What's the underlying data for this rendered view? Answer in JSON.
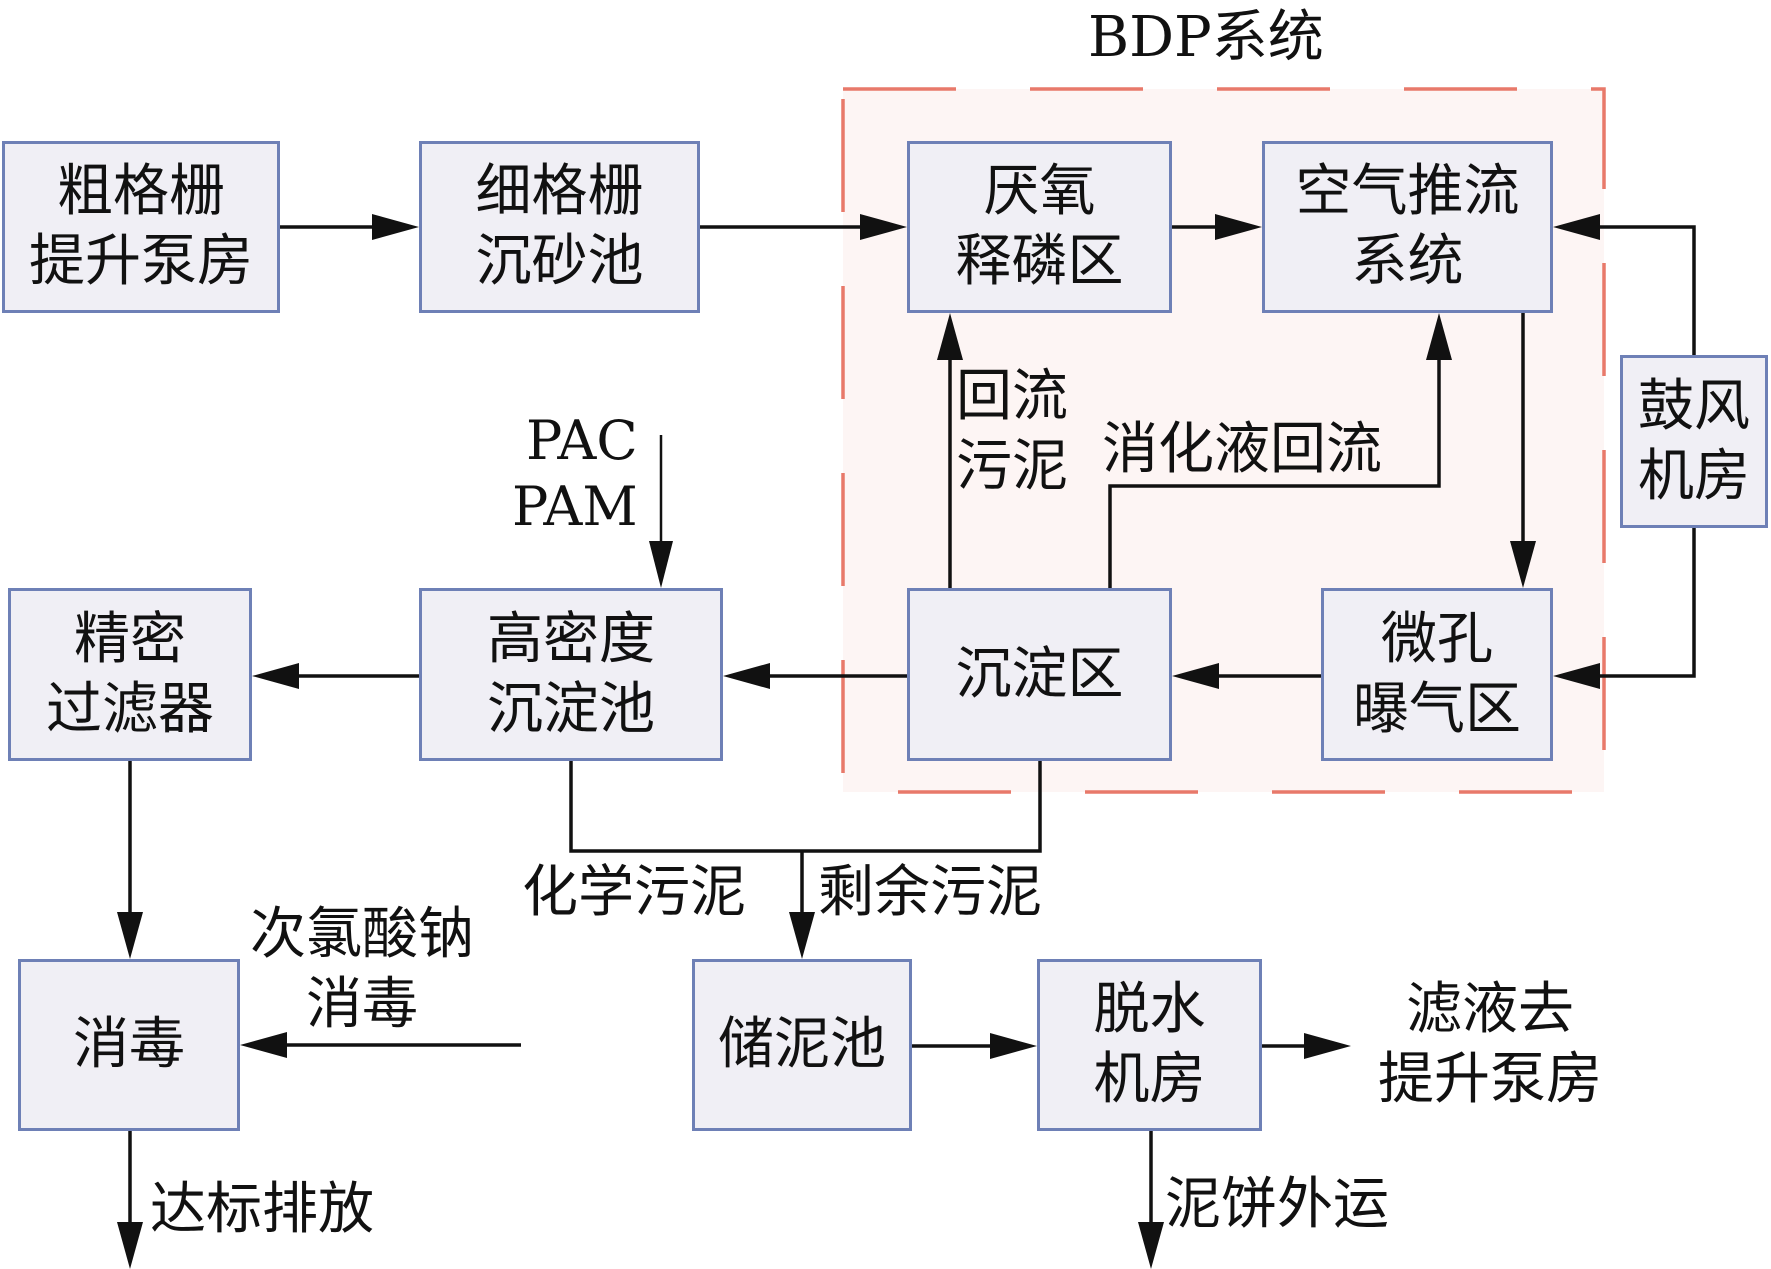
{
  "diagram": {
    "title": "BDP系统",
    "colors": {
      "box_border": "#6e80b6",
      "box_fill": "#f0eff5",
      "bdp_dash": "#e8796a",
      "bdp_fill": "#fdf5f4",
      "arrow": "#111111"
    },
    "nodes": {
      "coarse_screen": {
        "lines": [
          "粗格栅",
          "提升泵房"
        ]
      },
      "fine_screen": {
        "lines": [
          "细格栅",
          "沉砂池"
        ]
      },
      "anaerobic": {
        "lines": [
          "厌氧",
          "释磷区"
        ]
      },
      "air_plug": {
        "lines": [
          "空气推流",
          "系统"
        ]
      },
      "blower": {
        "lines": [
          "鼓风",
          "机房"
        ]
      },
      "aeration": {
        "lines": [
          "微孔",
          "曝气区"
        ]
      },
      "settling": {
        "lines": [
          "沉淀区"
        ]
      },
      "high_density": {
        "lines": [
          "高密度",
          "沉淀池"
        ]
      },
      "precision_filter": {
        "lines": [
          "精密",
          "过滤器"
        ]
      },
      "disinfection": {
        "lines": [
          "消毒"
        ]
      },
      "sludge_storage": {
        "lines": [
          "储泥池"
        ]
      },
      "dewatering": {
        "lines": [
          "脱水",
          "机房"
        ]
      }
    },
    "edge_labels": {
      "return_sludge": [
        "回流",
        "污泥"
      ],
      "nitrified_return": "消化液回流",
      "chemicals": [
        "PAC",
        "PAM"
      ],
      "chemical_sludge": "化学污泥",
      "excess_sludge": "剩余污泥",
      "hypochlorite": [
        "次氯酸钠",
        "消毒"
      ],
      "discharge": "达标排放",
      "filtrate": [
        "滤液去",
        "提升泵房"
      ],
      "cake": "泥饼外运"
    }
  }
}
